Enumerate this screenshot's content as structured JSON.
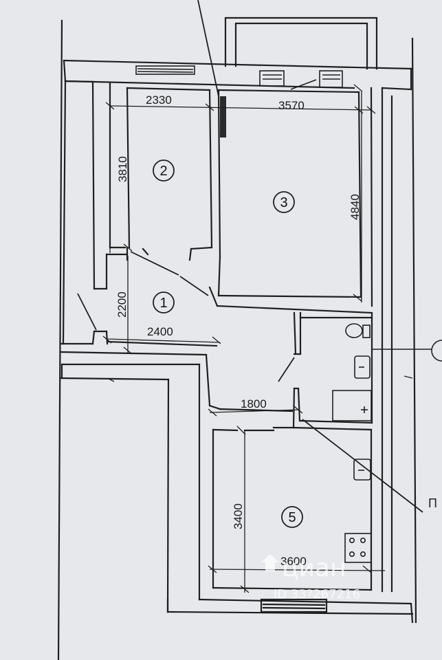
{
  "rooms": [
    {
      "number": "1"
    },
    {
      "number": "2"
    },
    {
      "number": "3"
    },
    {
      "number": "5"
    }
  ],
  "dimensions": {
    "room2_width": "2330",
    "room3_width": "3570",
    "room2_height": "3810",
    "room3_height": "4840",
    "hall_height": "2200",
    "hall_width": "2400",
    "bath_width": "1800",
    "room5_height": "3400",
    "room5_width": "3600"
  },
  "edge_text": {
    "bottom_right": "П"
  },
  "watermark": {
    "brand": "циан",
    "id": "ID 33?267216"
  },
  "colors": {
    "paper": "#e7e8ec",
    "line": "#1f1f1f",
    "watermark": "#ffffff"
  }
}
